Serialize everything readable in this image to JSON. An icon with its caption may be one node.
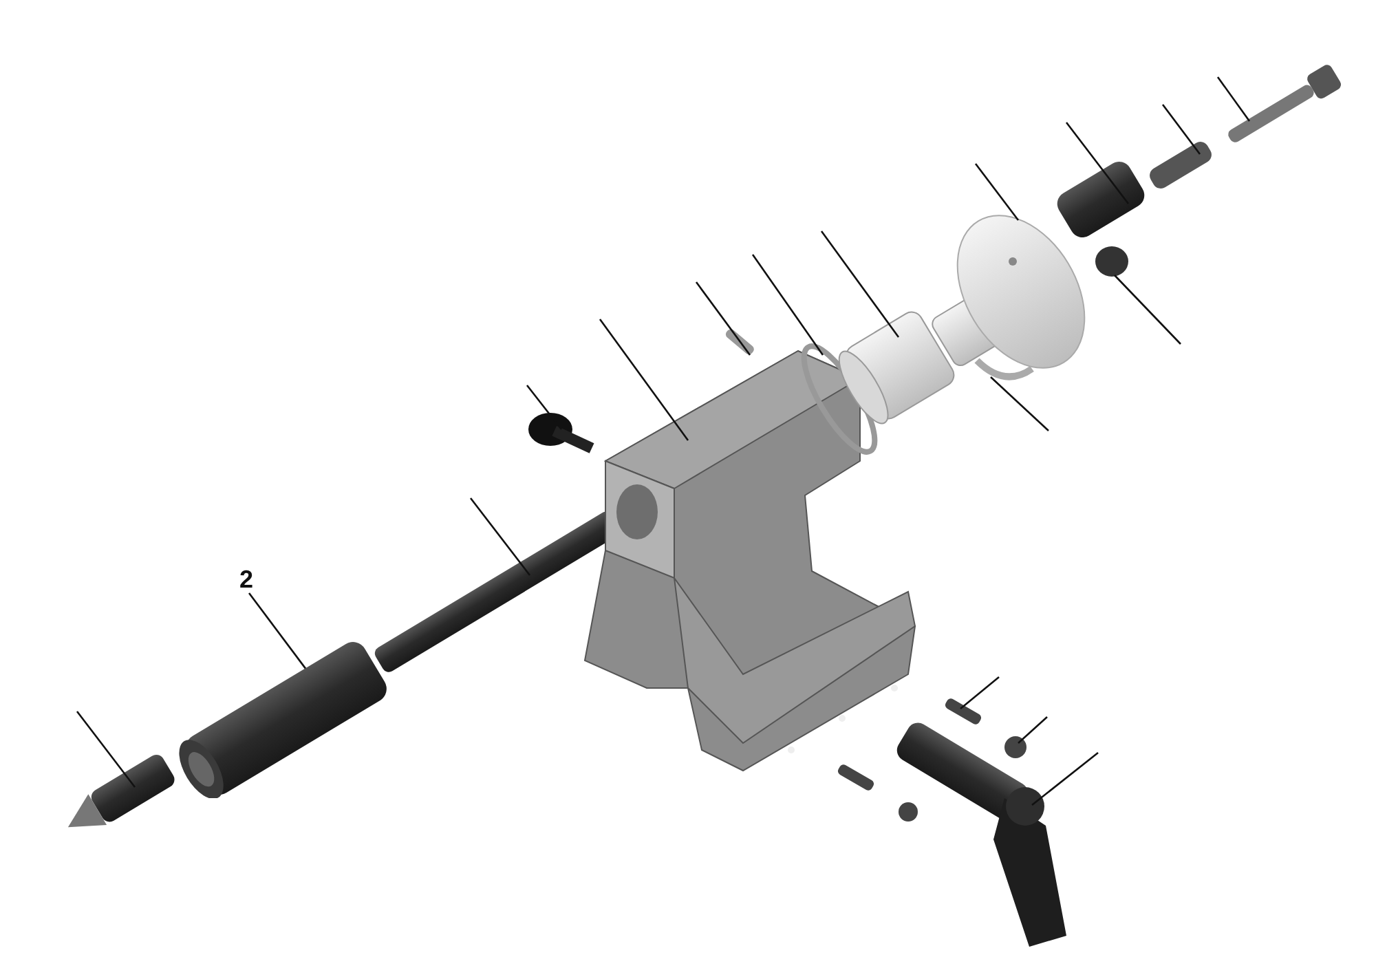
{
  "diagram": {
    "nodes": [
      {
        "text": [
          "2"
        ]
      },
      {
        "text": [],
        "shape": "picture"
      }
    ],
    "edges": [
      {
        "from": 0,
        "to": 1,
        "arrow": "none"
      }
    ]
  }
}
